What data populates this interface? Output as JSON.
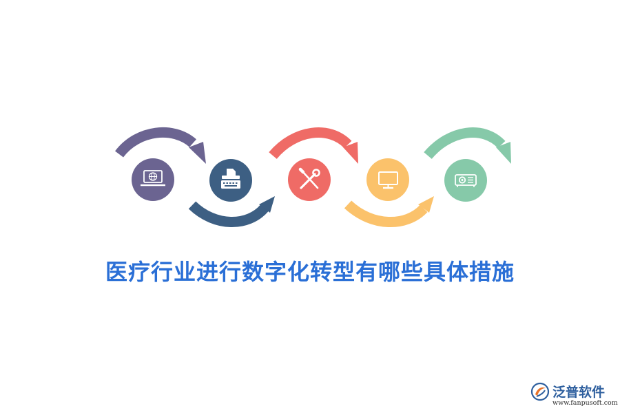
{
  "title": "医疗行业进行数字化转型有哪些具体措施",
  "brand": {
    "name": "泛普软件",
    "url": "www.fanpusoft.com"
  },
  "steps": [
    {
      "icon": "laptop-globe-icon",
      "color": "#6b6491",
      "arrow": "top"
    },
    {
      "icon": "typewriter-icon",
      "color": "#3d5f83",
      "arrow": "bottom"
    },
    {
      "icon": "wrench-screwdriver-icon",
      "color": "#ef6b66",
      "arrow": "top"
    },
    {
      "icon": "monitor-icon",
      "color": "#fbc26b",
      "arrow": "bottom"
    },
    {
      "icon": "projector-icon",
      "color": "#86c9a9",
      "arrow": "top"
    }
  ]
}
